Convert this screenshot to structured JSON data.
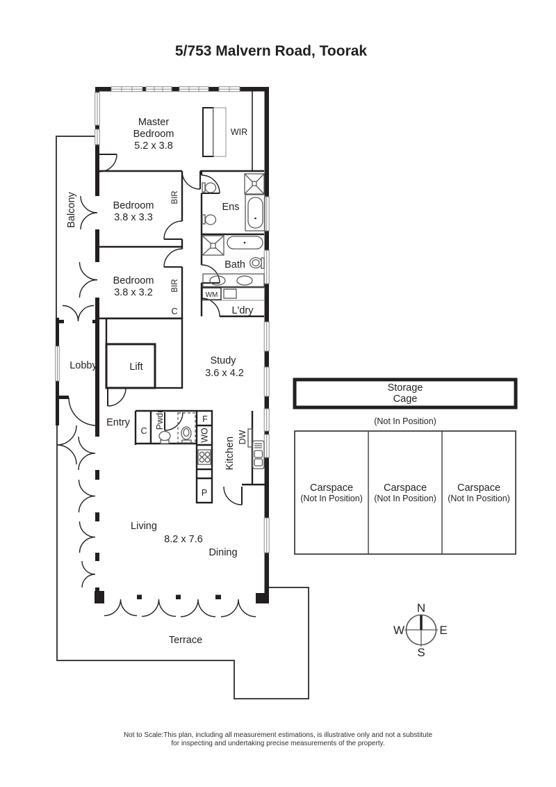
{
  "page": {
    "title": "5/753 Malvern Road, Toorak"
  },
  "rooms": {
    "master_bedroom": {
      "line1": "Master",
      "line2": "Bedroom",
      "dims": "5.2 x 3.8"
    },
    "wir": "WIR",
    "bedroom1": {
      "name": "Bedroom",
      "dims": "3.8 x 3.3"
    },
    "bedroom2": {
      "name": "Bedroom",
      "dims": "3.8 x 3.2"
    },
    "ens": "Ens",
    "bath": "Bath",
    "laundry": "L'dry",
    "wm": "WM",
    "bir1": "BIR",
    "bir2": "BIR",
    "cupboard1": "C",
    "cupboard2": "C",
    "balcony": "Balcony",
    "lobby": "Lobby",
    "lift": "Lift",
    "study": {
      "name": "Study",
      "dims": "3.6 x 4.2"
    },
    "entry": "Entry",
    "pwdr": "Pwdr",
    "kitchen": "Kitchen",
    "fridge": "F",
    "wall_oven": "WO",
    "dishwasher": "DW",
    "pantry": "P",
    "living": "Living",
    "living_dining_dims": "8.2 x 7.6",
    "dining": "Dining",
    "terrace": "Terrace"
  },
  "storage_cage": {
    "line1": "Storage",
    "line2": "Cage",
    "note": "(Not In Position)"
  },
  "carspaces": [
    {
      "label": "Carspace",
      "note": "(Not In Position)"
    },
    {
      "label": "Carspace",
      "note": "(Not In Position)"
    },
    {
      "label": "Carspace",
      "note": "(Not In Position)"
    }
  ],
  "compass": {
    "north": "N",
    "south": "S",
    "east": "E",
    "west": "W"
  },
  "disclaimer": {
    "line1": "Not to Scale:This plan, including all measurement estimations, is illustrative only and not a substitute",
    "line2": "for inspecting and undertaking precise measurements of the property."
  }
}
